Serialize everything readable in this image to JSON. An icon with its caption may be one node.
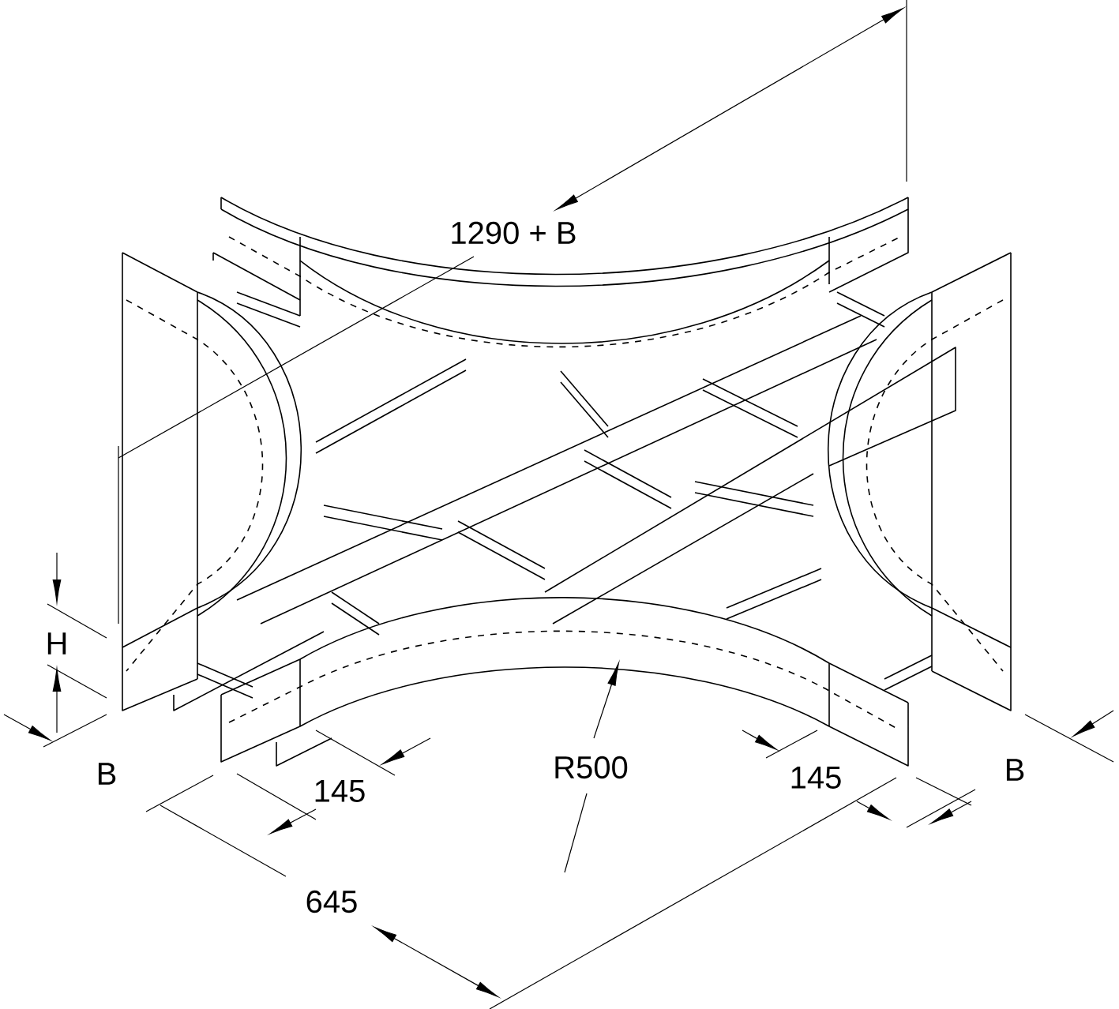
{
  "diagram": {
    "labels": [
      "1290 + B",
      "H",
      "R500",
      "B",
      "B",
      "145",
      "145",
      "645"
    ]
  }
}
